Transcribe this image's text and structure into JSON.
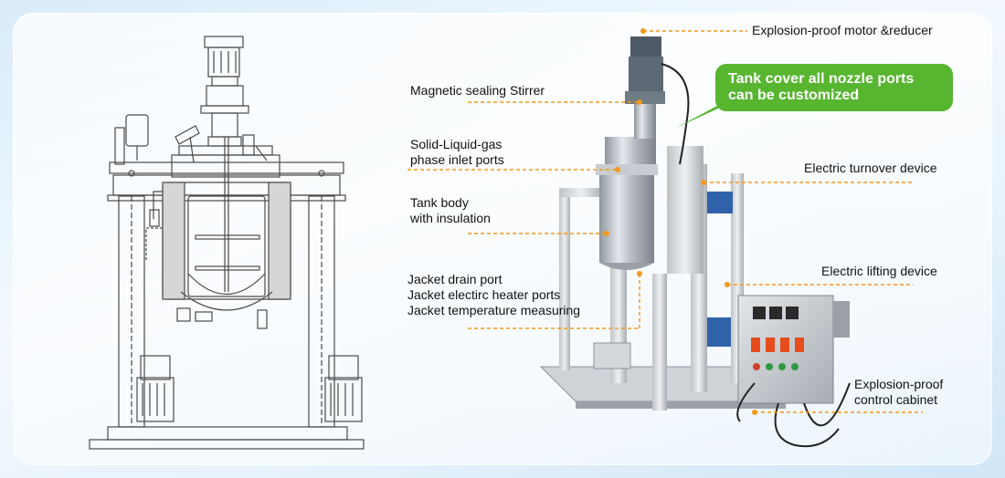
{
  "labels": {
    "motor": [
      "Explosion-proof motor &reducer"
    ],
    "stirrer": [
      "Magnetic sealing Stirrer"
    ],
    "inlet": [
      "Solid-Liquid-gas",
      "phase inlet ports"
    ],
    "tank_body": [
      "Tank body",
      "with insulation"
    ],
    "jacket": [
      "Jacket drain port",
      "Jacket electirc heater ports",
      "Jacket temperature measuring"
    ],
    "turnover": [
      "Electric turnover device"
    ],
    "lifting": [
      "Electric lifting device"
    ],
    "cabinet": [
      "Explosion-proof",
      "control cabinet"
    ]
  },
  "callout": {
    "lines": [
      "Tank cover all nozzle ports",
      "can be customized"
    ],
    "color": "#57b530"
  },
  "colors": {
    "leader_line": "#f29a1c",
    "drawing_line": "#4a4a4a",
    "steel": "#b9bec4"
  },
  "icons": {
    "left_figure": "reactor-line-drawing",
    "right_figure": "reactor-photo-illustration"
  }
}
